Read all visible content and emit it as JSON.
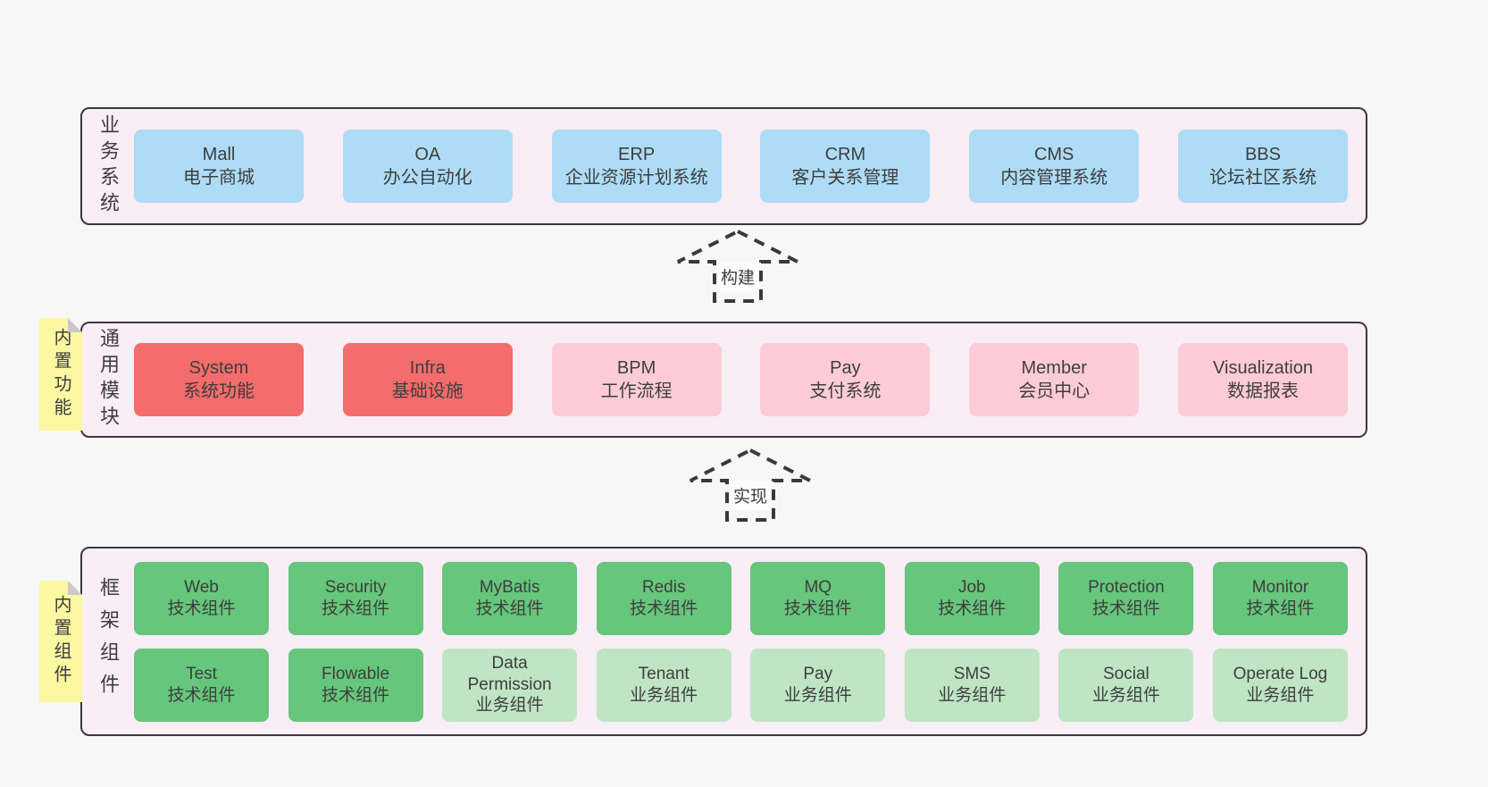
{
  "colors": {
    "page_bg": "#f7f7f7",
    "panel_bg": "#f9edf6",
    "panel_border": "#3a3a3a",
    "text": "#3e3e3e",
    "blue": "#aedcf7",
    "red": "#f56c6c",
    "pink": "#ffccd5",
    "green": "#66c67b",
    "green_light": "#bfe5c4",
    "sticky_yellow": "#fbf8a1",
    "sticky_fold": "#c9c9cd",
    "arrow_label_bg": "#fcfcfc"
  },
  "arrows": {
    "build": "构建",
    "implement": "实现"
  },
  "sections": {
    "business": {
      "label": "业务系统",
      "items": [
        {
          "name": "Mall",
          "desc": "电子商城",
          "variant": "blue"
        },
        {
          "name": "OA",
          "desc": "办公自动化",
          "variant": "blue"
        },
        {
          "name": "ERP",
          "desc": "企业资源计划系统",
          "variant": "blue"
        },
        {
          "name": "CRM",
          "desc": "客户关系管理",
          "variant": "blue"
        },
        {
          "name": "CMS",
          "desc": "内容管理系统",
          "variant": "blue"
        },
        {
          "name": "BBS",
          "desc": "论坛社区系统",
          "variant": "blue"
        }
      ]
    },
    "modules": {
      "label": "通用模块",
      "sticky": "内置功能",
      "items": [
        {
          "name": "System",
          "desc": "系统功能",
          "variant": "red"
        },
        {
          "name": "Infra",
          "desc": "基础设施",
          "variant": "red"
        },
        {
          "name": "BPM",
          "desc": "工作流程",
          "variant": "pink"
        },
        {
          "name": "Pay",
          "desc": "支付系统",
          "variant": "pink"
        },
        {
          "name": "Member",
          "desc": "会员中心",
          "variant": "pink"
        },
        {
          "name": "Visualization",
          "desc": "数据报表",
          "variant": "pink"
        }
      ]
    },
    "framework": {
      "label": "框架组件",
      "sticky": "内置组件",
      "rows": [
        [
          {
            "name": "Web",
            "desc": "技术组件",
            "variant": "green"
          },
          {
            "name": "Security",
            "desc": "技术组件",
            "variant": "green"
          },
          {
            "name": "MyBatis",
            "desc": "技术组件",
            "variant": "green"
          },
          {
            "name": "Redis",
            "desc": "技术组件",
            "variant": "green"
          },
          {
            "name": "MQ",
            "desc": "技术组件",
            "variant": "green"
          },
          {
            "name": "Job",
            "desc": "技术组件",
            "variant": "green"
          },
          {
            "name": "Protection",
            "desc": "技术组件",
            "variant": "green"
          },
          {
            "name": "Monitor",
            "desc": "技术组件",
            "variant": "green"
          }
        ],
        [
          {
            "name": "Test",
            "desc": "技术组件",
            "variant": "green"
          },
          {
            "name": "Flowable",
            "desc": "技术组件",
            "variant": "green"
          },
          {
            "name": "Data Permission",
            "desc": "业务组件",
            "variant": "green-light"
          },
          {
            "name": "Tenant",
            "desc": "业务组件",
            "variant": "green-light"
          },
          {
            "name": "Pay",
            "desc": "业务组件",
            "variant": "green-light"
          },
          {
            "name": "SMS",
            "desc": "业务组件",
            "variant": "green-light"
          },
          {
            "name": "Social",
            "desc": "业务组件",
            "variant": "green-light"
          },
          {
            "name": "Operate Log",
            "desc": "业务组件",
            "variant": "green-light"
          }
        ]
      ]
    }
  }
}
